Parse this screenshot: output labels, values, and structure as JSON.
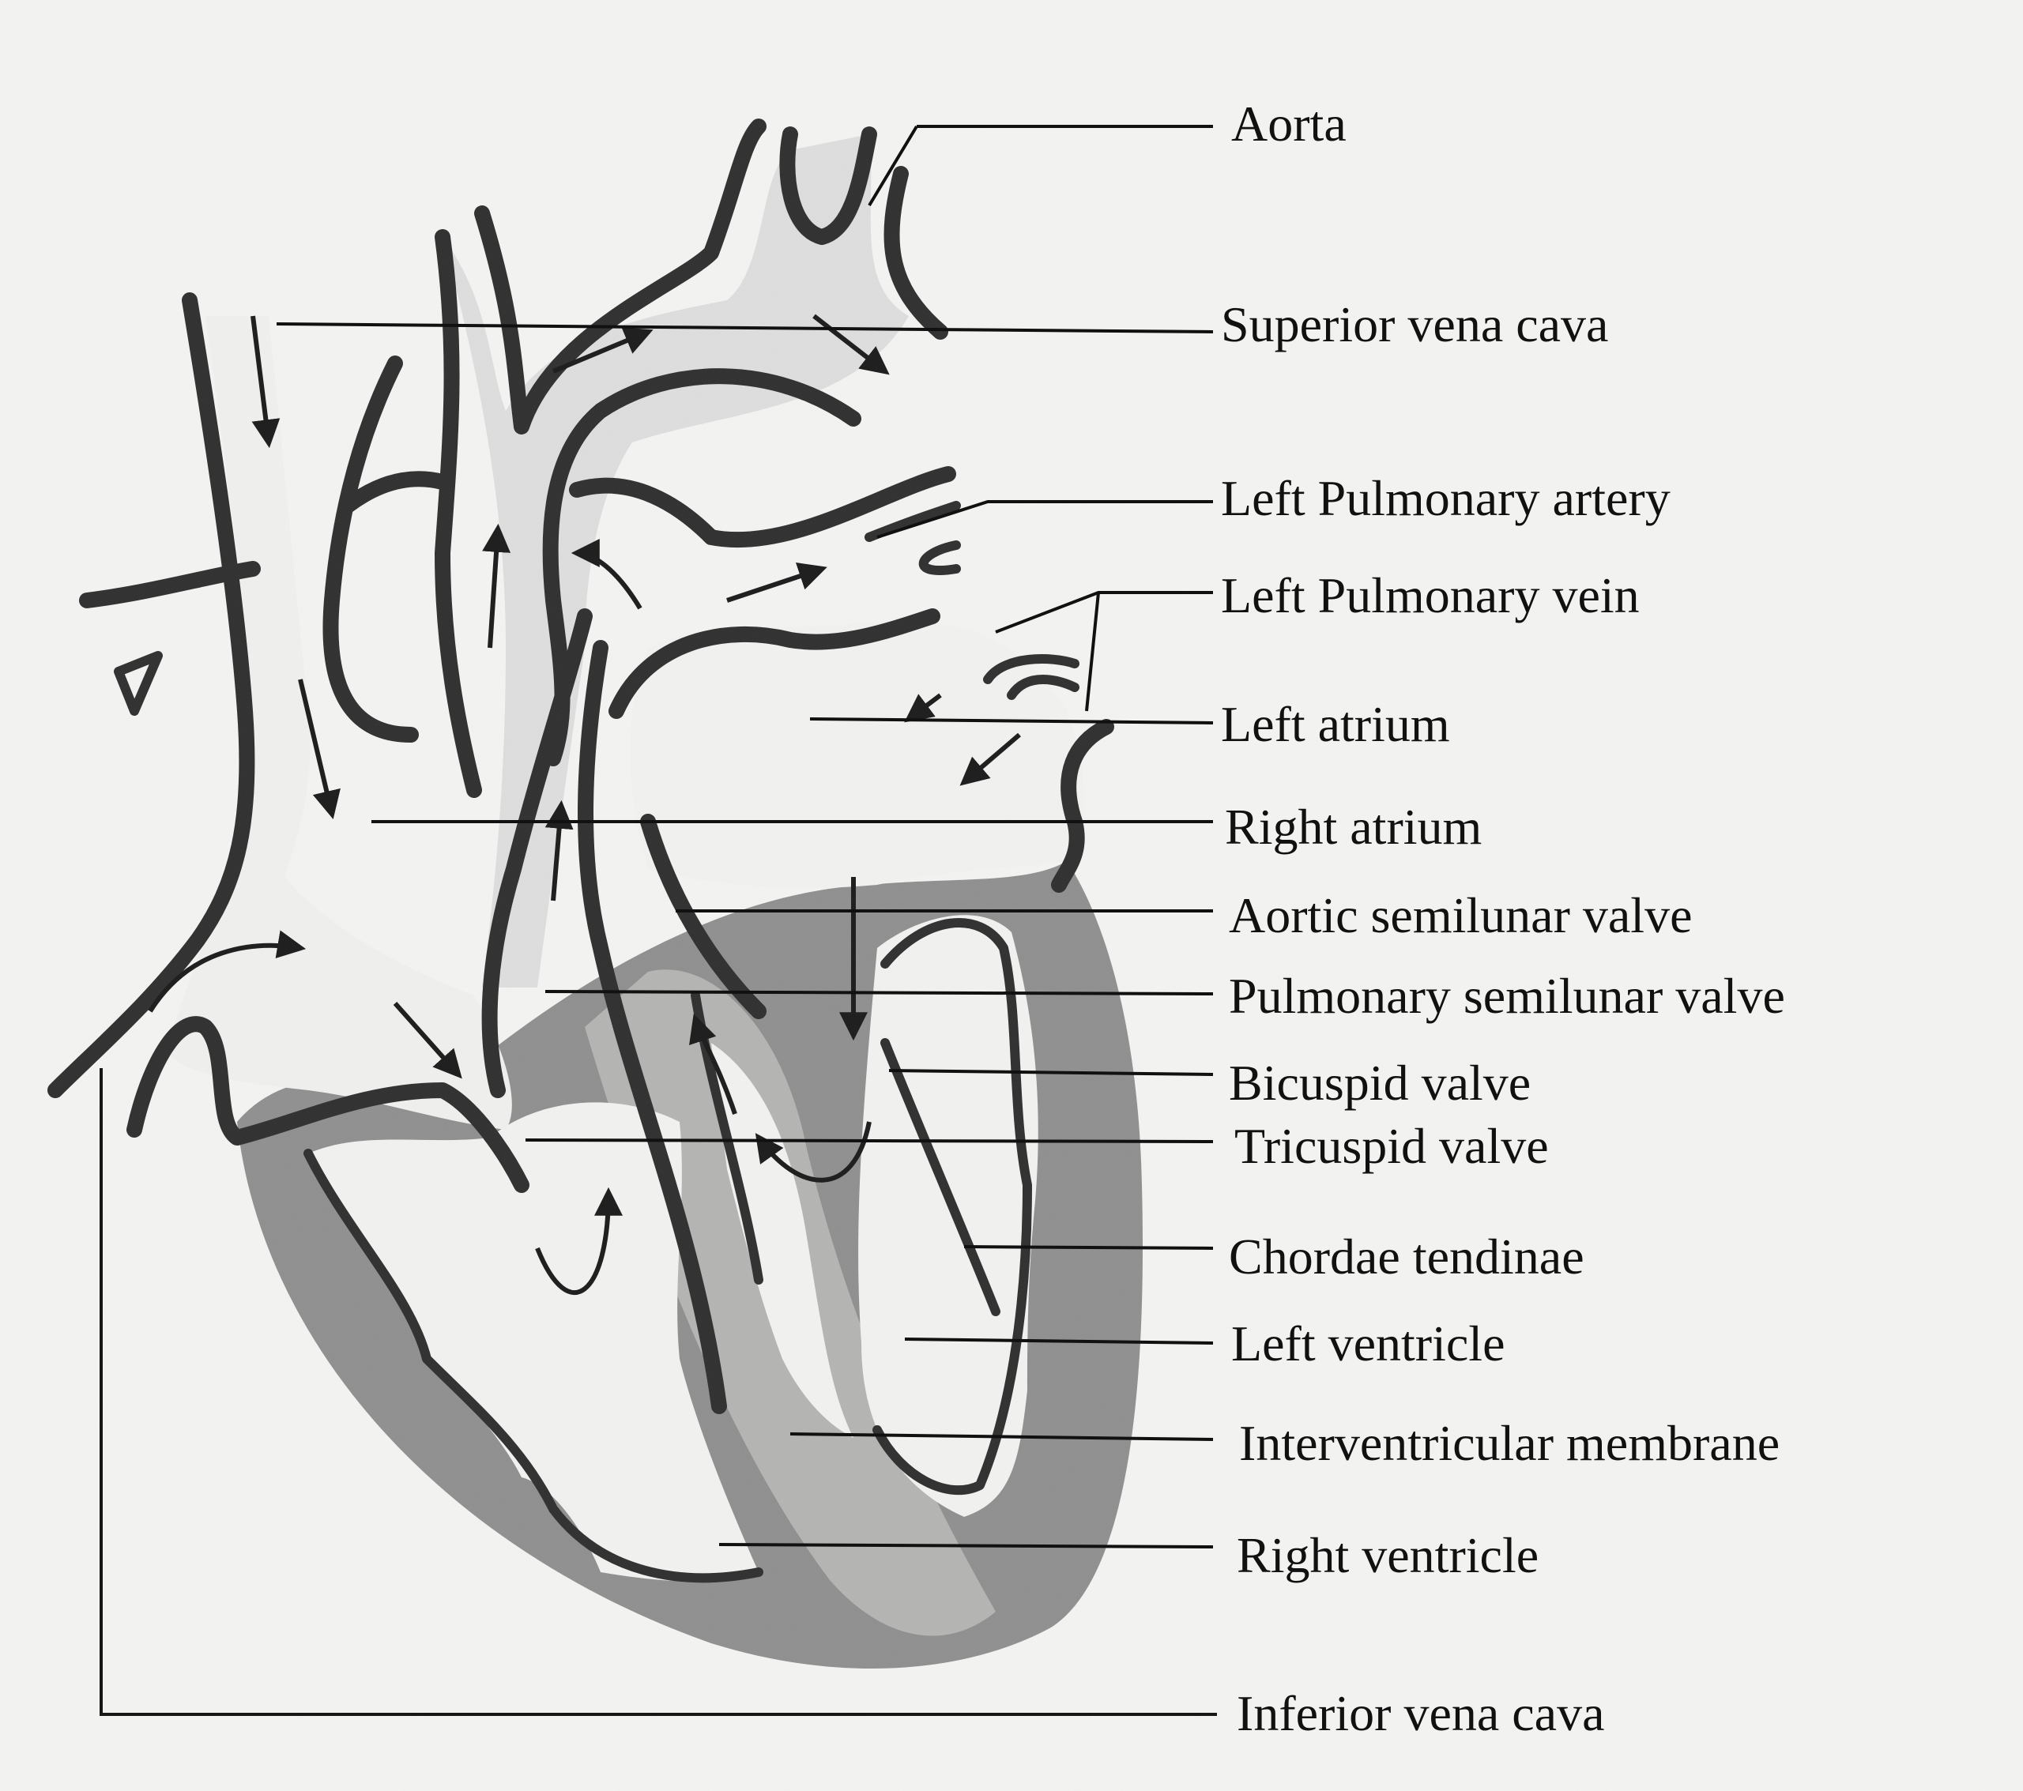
{
  "labels": [
    {
      "id": "aorta",
      "text": "Aorta"
    },
    {
      "id": "superior-vena-cava",
      "text": "Superior vena cava"
    },
    {
      "id": "left-pulmonary-artery",
      "text": "Left Pulmonary artery"
    },
    {
      "id": "left-pulmonary-vein",
      "text": "Left Pulmonary vein"
    },
    {
      "id": "left-atrium",
      "text": "Left atrium"
    },
    {
      "id": "right-atrium",
      "text": "Right atrium"
    },
    {
      "id": "aortic-semilunar-valve",
      "text": "Aortic semilunar valve"
    },
    {
      "id": "pulmonary-semilunar-valve",
      "text": "Pulmonary semilunar valve"
    },
    {
      "id": "bicuspid-valve",
      "text": "Bicuspid valve"
    },
    {
      "id": "tricuspid-valve",
      "text": "Tricuspid valve"
    },
    {
      "id": "chordae-tendinae",
      "text": "Chordae tendinae"
    },
    {
      "id": "left-ventricle",
      "text": "Left ventricle"
    },
    {
      "id": "interventricular-membrane",
      "text": "Interventricular membrane"
    },
    {
      "id": "right-ventricle",
      "text": "Right ventricle"
    },
    {
      "id": "inferior-vena-cava",
      "text": "Inferior vena cava"
    }
  ],
  "colors": {
    "background": "#f4f4f2",
    "ink": "#111111",
    "wall": "#2e2e2e",
    "myocardium": "#8f8f8f",
    "lumen": "#d9d9d7"
  }
}
